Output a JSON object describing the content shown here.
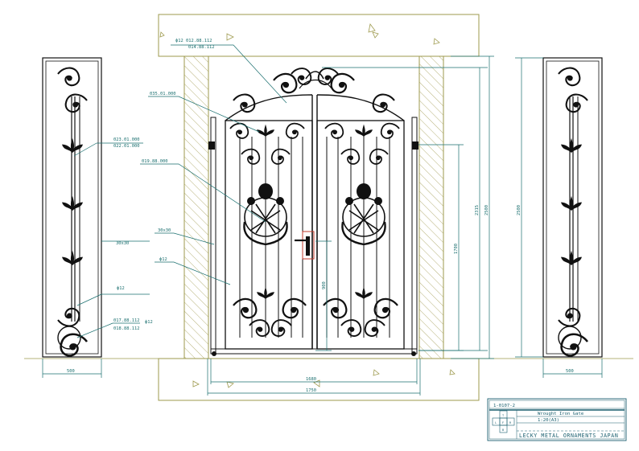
{
  "part_labels": {
    "top_rail": [
      "ф12 012.88.112",
      "014.88.112"
    ],
    "arch": "035.01.000",
    "leaf_ornament": [
      "023.01.000",
      "022.01.000"
    ],
    "center_medallion": "019.88.000",
    "square_bar_right": "30x30",
    "square_bar_left": "30x30",
    "round_bar_right": "ф12",
    "round_bar_left": "ф12",
    "scroll_base": [
      "017.88.112",
      "018.88.112"
    ],
    "scroll_base_dia": "ф12"
  },
  "dimensions": {
    "panel_width_left": "500",
    "panel_width_right": "500",
    "opening_width": "1680",
    "overall_width": "1750",
    "gate_height": "2315",
    "opening_height": "2500",
    "panel_height": "2500",
    "handle_height": "1700",
    "lock_height": "900"
  },
  "title_block": {
    "drawing_no": "1-0107-2",
    "item_name": "Wrought Iron Gate",
    "scale": "1:20(A3)",
    "views": [
      "T",
      "L",
      "F",
      "R",
      "B"
    ],
    "company": "LECKY METAL ORNAMENTS JAPAN"
  },
  "colors": {
    "ink": "#111111",
    "dimension": "#1a6f6f",
    "wall": "#9e9a4e",
    "highlight": "#c0392b"
  }
}
